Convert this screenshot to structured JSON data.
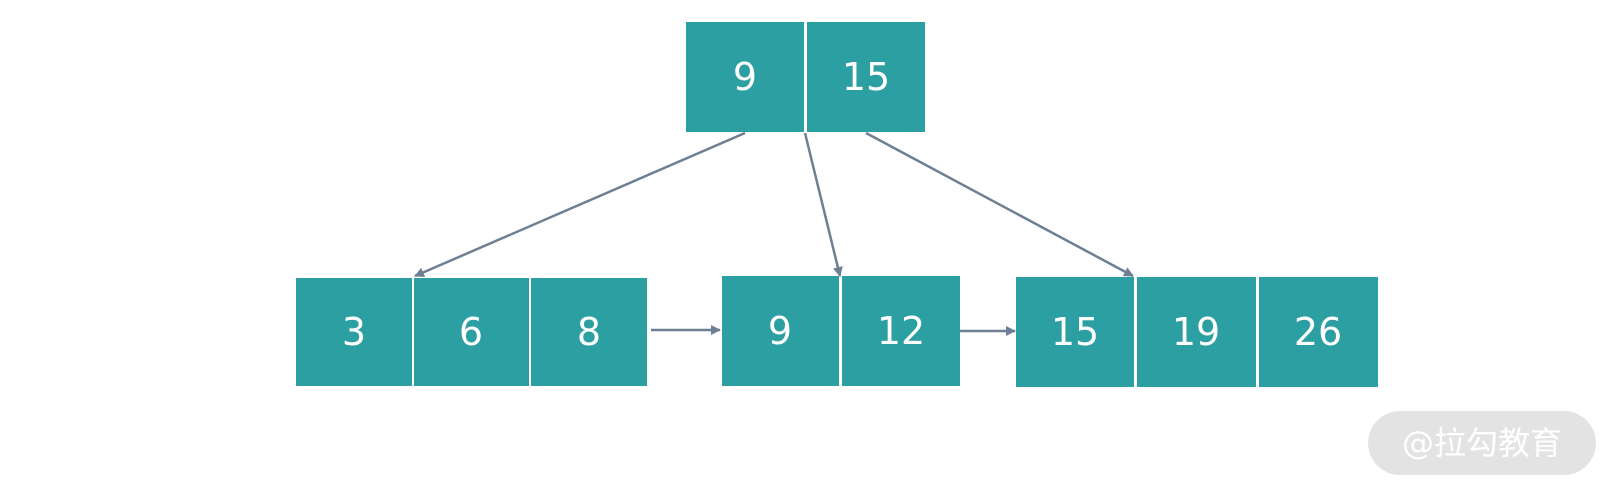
{
  "diagram": {
    "root": {
      "keys": [
        "9",
        "15"
      ]
    },
    "leaves": [
      {
        "keys": [
          "3",
          "6",
          "8"
        ]
      },
      {
        "keys": [
          "9",
          "12"
        ]
      },
      {
        "keys": [
          "15",
          "19",
          "26"
        ]
      }
    ],
    "colors": {
      "node_fill": "#2c9fa3",
      "node_text": "#ffffff",
      "edge": "#6f7f93",
      "watermark_bg": "#e3e3e3"
    }
  },
  "watermark": {
    "text": "@拉勾教育"
  }
}
